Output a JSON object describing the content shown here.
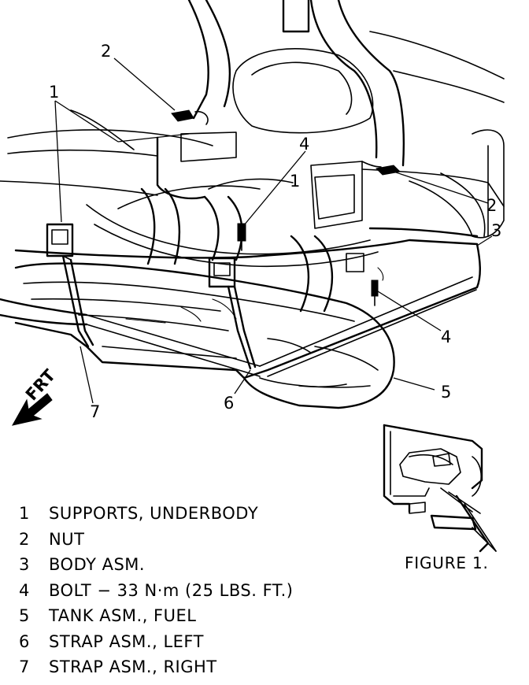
{
  "callouts": {
    "c1": "1",
    "c1b": "1",
    "c2_top": "2",
    "c2_right": "2",
    "c3": "3",
    "c4_top": "4",
    "c4_right": "4",
    "c5": "5",
    "c6": "6",
    "c7": "7"
  },
  "direction_label": "FRT",
  "figure_label": "FIGURE 1.",
  "legend": [
    {
      "num": "1",
      "text": "SUPPORTS, UNDERBODY"
    },
    {
      "num": "2",
      "text": "NUT"
    },
    {
      "num": "3",
      "text": "BODY ASM."
    },
    {
      "num": "4",
      "text": "BOLT − 33 N·m (25 LBS. FT.)"
    },
    {
      "num": "5",
      "text": "TANK ASM., FUEL"
    },
    {
      "num": "6",
      "text": "STRAP ASM., LEFT"
    },
    {
      "num": "7",
      "text": "STRAP ASM., RIGHT"
    }
  ]
}
